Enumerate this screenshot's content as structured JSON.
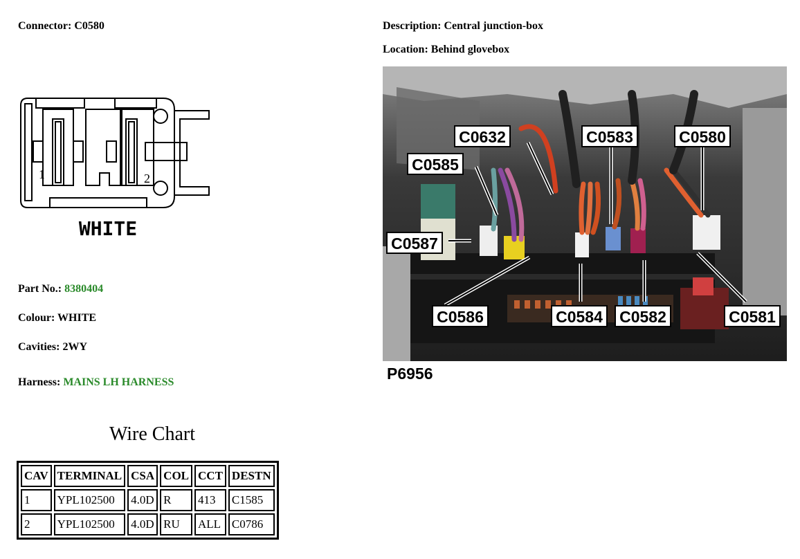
{
  "connector": {
    "label": "Connector:",
    "value": "C0580"
  },
  "description": {
    "label": "Description:",
    "value": "Central junction-box"
  },
  "location": {
    "label": "Location:",
    "value": "Behind glovebox"
  },
  "diagram": {
    "pin1": "1",
    "pin2": "2",
    "colour_text": "WHITE"
  },
  "part": {
    "label": "Part No.:",
    "value": "8380404"
  },
  "colour": {
    "label": "Colour:",
    "value": "WHITE"
  },
  "cavities": {
    "label": "Cavities:",
    "value": "2WY"
  },
  "harness": {
    "label": "Harness:",
    "value": "MAINS LH HARNESS"
  },
  "wire_chart": {
    "title": "Wire Chart",
    "headers": [
      "CAV",
      "TERMINAL",
      "CSA",
      "COL",
      "CCT",
      "DESTN"
    ],
    "rows": [
      [
        "1",
        "YPL102500",
        "4.0D",
        "R",
        "413",
        "C1585"
      ],
      [
        "2",
        "YPL102500",
        "4.0D",
        "RU",
        "ALL",
        "C0786"
      ]
    ]
  },
  "photo": {
    "callouts": [
      "C0632",
      "C0583",
      "C0580",
      "C0585",
      "C0587",
      "C0586",
      "C0584",
      "C0582",
      "C0581"
    ],
    "ref": "P6956"
  },
  "colors": {
    "accent_green": "#2a8a2a"
  }
}
